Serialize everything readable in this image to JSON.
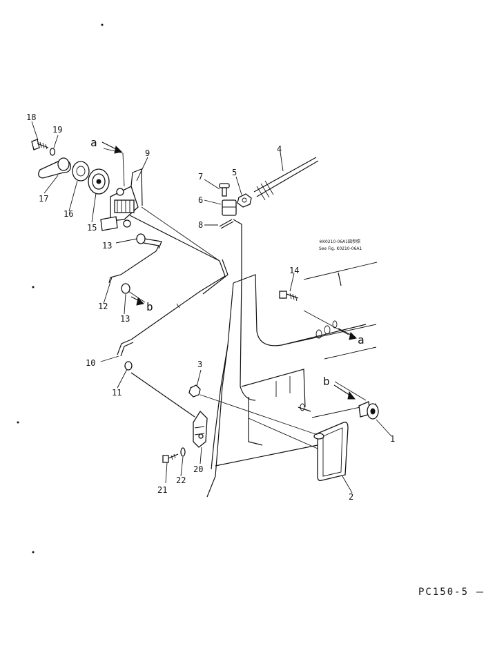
{
  "callouts": {
    "c1": "1",
    "c2": "2",
    "c3": "3",
    "c4": "4",
    "c5": "5",
    "c6": "6",
    "c7": "7",
    "c8": "8",
    "c9": "9",
    "c10": "10",
    "c11": "11",
    "c12": "12",
    "c13a": "13",
    "c13b": "13",
    "c14": "14",
    "c15": "15",
    "c16": "16",
    "c17": "17",
    "c18": "18",
    "c19": "19",
    "c20": "20",
    "c21": "21",
    "c22": "22"
  },
  "connectors": {
    "a_top": "a",
    "a_right": "a",
    "b_left": "b",
    "b_right": "b"
  },
  "reference_note": {
    "line1": "※K0210-06A1図参照",
    "line2": "See Fig. K0210-06A1"
  },
  "drawing_code": "PC150-5"
}
